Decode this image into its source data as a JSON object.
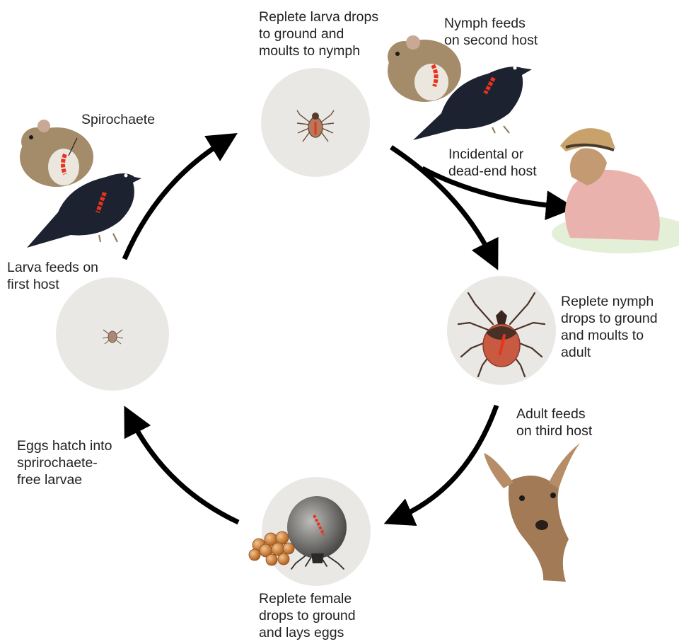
{
  "colors": {
    "arrow": "#000000",
    "stage_circle": "#e9e8e4",
    "spirochaete": "#e8331f",
    "tick_body": "#6b4a3a",
    "engorged_tick": "#c84a3c",
    "female_tick": "#6f6e6c",
    "egg": "#c9772f",
    "mouse_fur": "#a48b6a",
    "bird": "#1d2230",
    "deer": "#a27a55",
    "child_dress": "#e9b2ad",
    "child_hat": "#c8a26a",
    "text": "#231f20"
  },
  "labels": {
    "spirochaete": "Spirochaete",
    "larva_feeds": "Larva feeds on\nfirst host",
    "larva_drops": "Replete larva drops\nto ground and\nmoults to nymph",
    "nymph_feeds": "Nymph feeds\non second host",
    "incidental": "Incidental or\ndead-end host",
    "nymph_drops": "Replete nymph\ndrops to ground\nand moults to\nadult",
    "adult_feeds": "Adult feeds\non third host",
    "female_drops": "Replete female\ndrops to ground\nand lays eggs",
    "eggs_hatch": "Eggs hatch into\nsprirochaete-\nfree larvae"
  }
}
